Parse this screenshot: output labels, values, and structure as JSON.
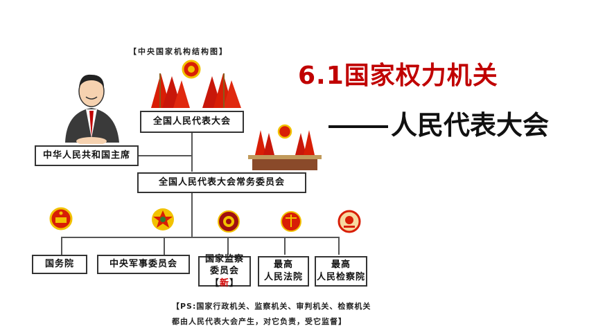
{
  "diagram": {
    "heading": "【中央国家机构结构图】",
    "npc": "全国人民代表大会",
    "president": "中华人民共和国主席",
    "standing_committee": "全国人民代表大会常务委员会",
    "state_council": "国务院",
    "military_commission": "中央军事委员会",
    "supervisory_commission_line1": "国家监察",
    "supervisory_commission_line2": "委员会【",
    "supervisory_commission_new": "新",
    "supervisory_commission_end": "】",
    "supreme_court_line1": "最高",
    "supreme_court_line2": "人民法院",
    "procuratorate_line1": "最高",
    "procuratorate_line2": "人民检察院",
    "note_line1": "【PS:国家行政机关、监察机关、审判机关、检察机关",
    "note_line2": "都由人民代表大会产生，对它负责，受它监督】"
  },
  "slide": {
    "title": "6.1国家权力机关",
    "subtitle": "人民代表大会"
  },
  "colors": {
    "title_red": "#c00000",
    "flag_red": "#d81e06",
    "emblem_gold": "#f2c200"
  }
}
